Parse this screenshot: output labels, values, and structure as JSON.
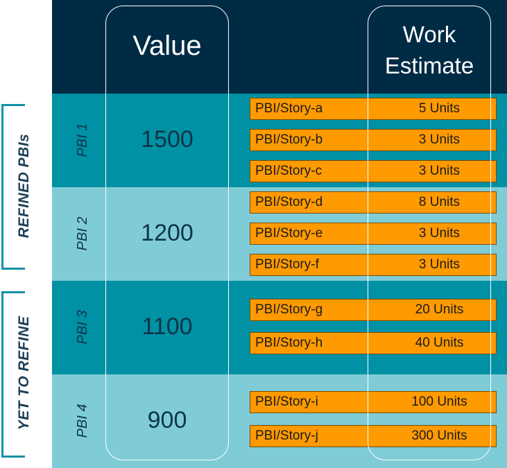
{
  "header": {
    "value_title": "Value",
    "work_title_line1": "Work",
    "work_title_line2": "Estimate"
  },
  "groups": [
    {
      "label": "REFINED PBIs"
    },
    {
      "label": "YET TO REFINE"
    }
  ],
  "pbis": [
    {
      "label": "PBI 1",
      "value": "1500",
      "stories": [
        {
          "name": "PBI/Story-a",
          "units": "5 Units"
        },
        {
          "name": "PBI/Story-b",
          "units": "3 Units"
        },
        {
          "name": "PBI/Story-c",
          "units": "3 Units"
        }
      ]
    },
    {
      "label": "PBI 2",
      "value": "1200",
      "stories": [
        {
          "name": "PBI/Story-d",
          "units": "8 Units"
        },
        {
          "name": "PBI/Story-e",
          "units": "3 Units"
        },
        {
          "name": "PBI/Story-f",
          "units": "3 Units"
        }
      ]
    },
    {
      "label": "PBI 3",
      "value": "1100",
      "stories": [
        {
          "name": "PBI/Story-g",
          "units": "20 Units"
        },
        {
          "name": "PBI/Story-h",
          "units": "40 Units"
        }
      ]
    },
    {
      "label": "PBI 4",
      "value": "900",
      "stories": [
        {
          "name": "PBI/Story-i",
          "units": "100 Units"
        },
        {
          "name": "PBI/Story-j",
          "units": "300 Units"
        }
      ]
    }
  ],
  "colors": {
    "header": "#002b45",
    "band_dark": "#0091a5",
    "band_light": "#7fccd7",
    "story": "#ff9a00"
  }
}
